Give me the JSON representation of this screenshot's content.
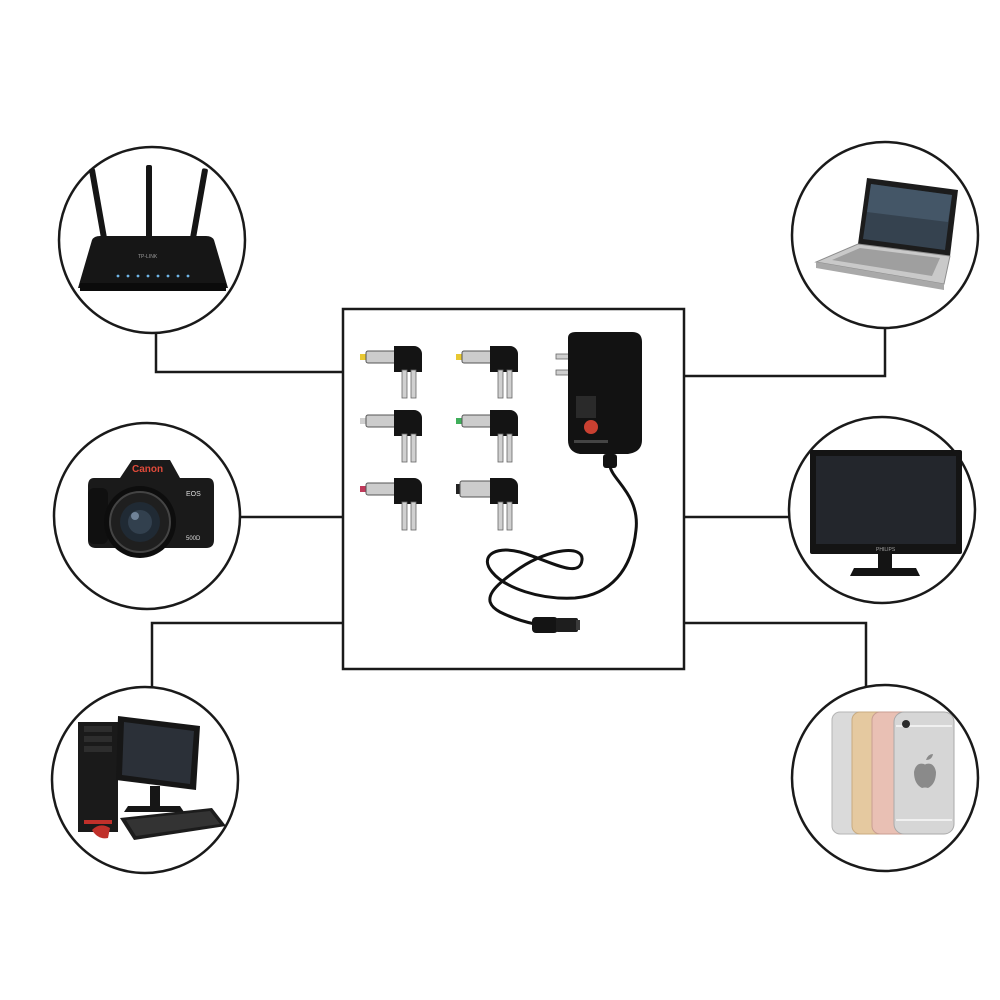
{
  "devices": [
    {
      "id": "router",
      "label": "TP-LINK"
    },
    {
      "id": "laptop",
      "label": ""
    },
    {
      "id": "camera",
      "brand": "Canon",
      "series": "EOS",
      "model": "500D"
    },
    {
      "id": "monitor",
      "brand": "PHILIPS"
    },
    {
      "id": "desktop-pc",
      "label": ""
    },
    {
      "id": "smartphones",
      "label": ""
    }
  ],
  "adapter_kit": {
    "tip_count": 6,
    "tip_colors": [
      "#e8c832",
      "#e8c832",
      "#cfcfcf",
      "#3fae5a",
      "#c0395a",
      "#d8d8d8"
    ]
  },
  "colors": {
    "line": "#1a1a1a",
    "device": "#151515",
    "gold": "#e5c9a0",
    "rose": "#e9c0b4",
    "silver": "#dadada",
    "screen": "#23262c"
  }
}
